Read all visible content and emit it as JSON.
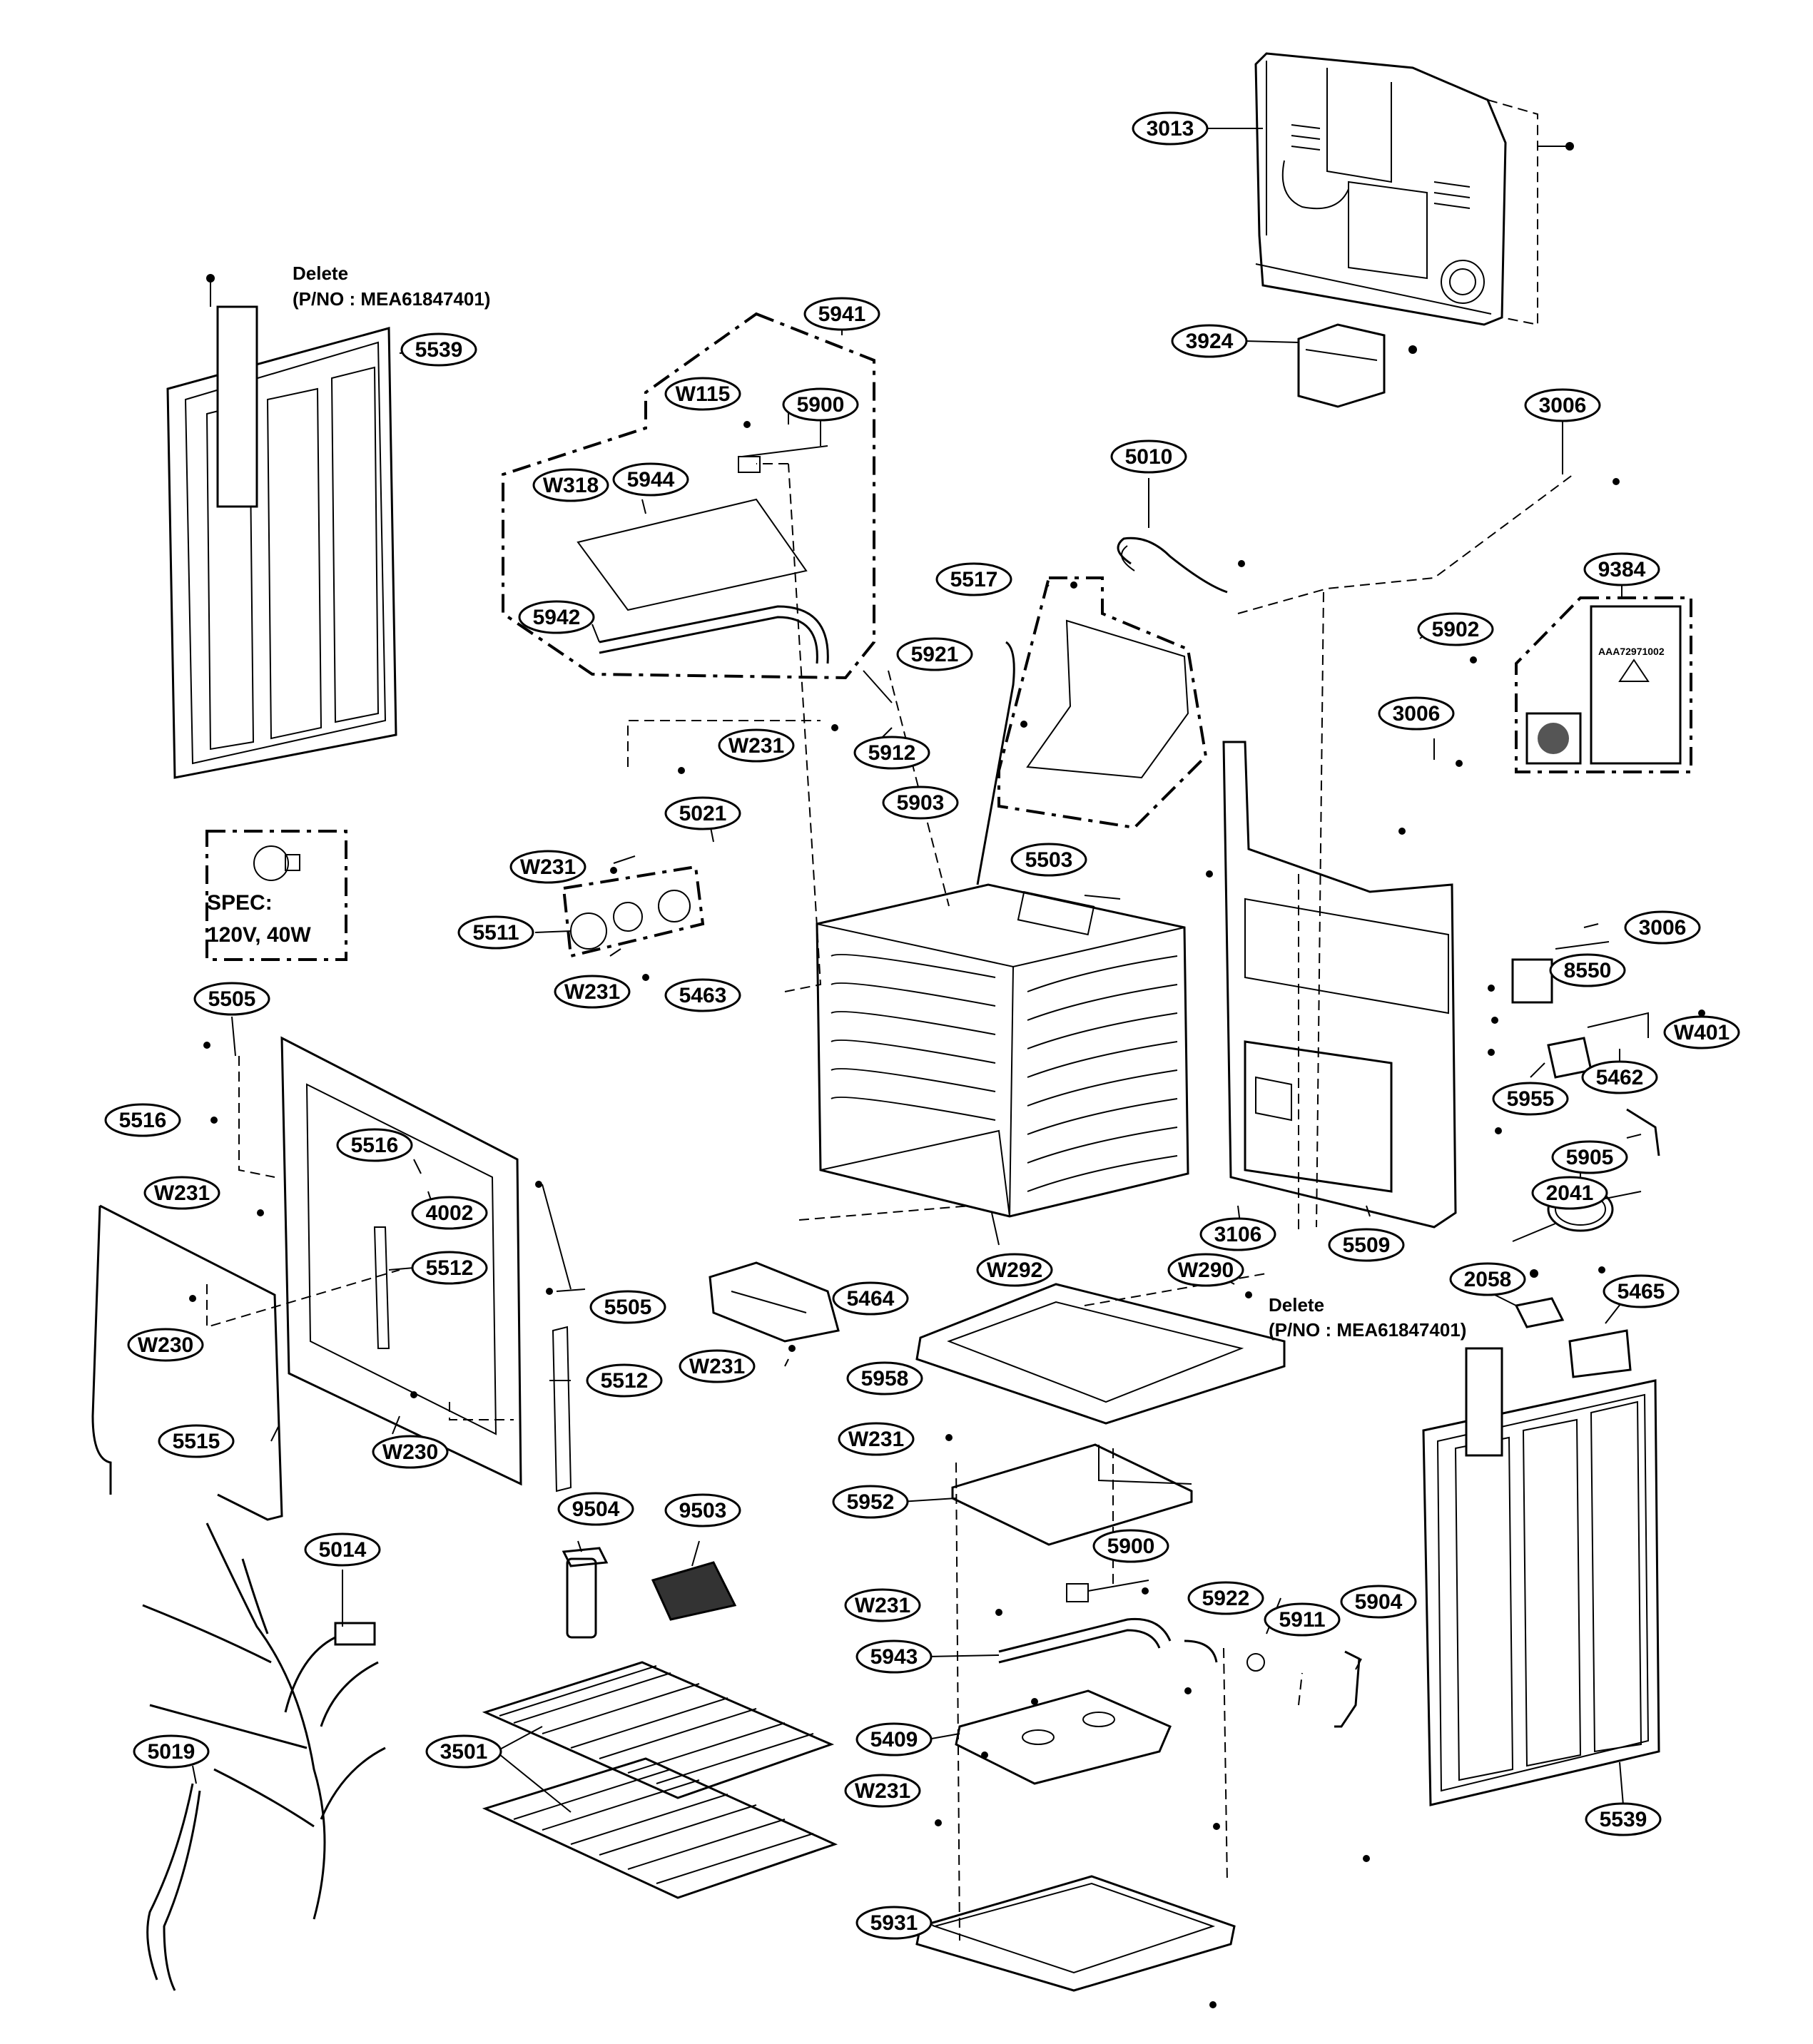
{
  "notes": {
    "delete_label": "Delete",
    "delete_pno": "(P/NO : MEA61847401)",
    "spec_label": "SPEC:",
    "spec_value": "120V, 40W",
    "bag_code": "AAA72971002"
  },
  "callouts": {
    "c3013": "3013",
    "c3924": "3924",
    "c3006a": "3006",
    "c9384": "9384",
    "c5902": "5902",
    "c3006b": "3006",
    "c3006c": "3006",
    "c8550": "8550",
    "cW401": "W401",
    "c5462": "5462",
    "c5955": "5955",
    "c5905": "5905",
    "c2041": "2041",
    "c3106": "3106",
    "c5509": "5509",
    "c2058": "2058",
    "c5465": "5465",
    "c5539r": "5539",
    "c5539l": "5539",
    "c5941": "5941",
    "cW115": "W115",
    "c5900a": "5900",
    "cW318": "W318",
    "c5944": "5944",
    "c5942": "5942",
    "c5010": "5010",
    "c5517": "5517",
    "c5921": "5921",
    "c5912": "5912",
    "cW231a": "W231",
    "c5903": "5903",
    "c5021": "5021",
    "cW231b": "W231",
    "c5503": "5503",
    "c5511": "5511",
    "cW231c": "W231",
    "c5463": "5463",
    "c5505a": "5505",
    "c5516a": "5516",
    "c5516b": "5516",
    "c4002": "4002",
    "cW231d": "W231",
    "c5512a": "5512",
    "c5505b": "5505",
    "cW230a": "W230",
    "c5512b": "5512",
    "c5515": "5515",
    "cW230b": "W230",
    "cW292": "W292",
    "cW290": "W290",
    "c5464": "5464",
    "cW231e": "W231",
    "c5958": "5958",
    "cW231f": "W231",
    "c5952": "5952",
    "c5900b": "5900",
    "cW231g": "W231",
    "c5922": "5922",
    "c5911": "5911",
    "c5904": "5904",
    "c5943": "5943",
    "c5409": "5409",
    "cW231h": "W231",
    "c5931": "5931",
    "c9504": "9504",
    "c9503": "9503",
    "c5014": "5014",
    "c5019": "5019",
    "c3501": "3501"
  }
}
